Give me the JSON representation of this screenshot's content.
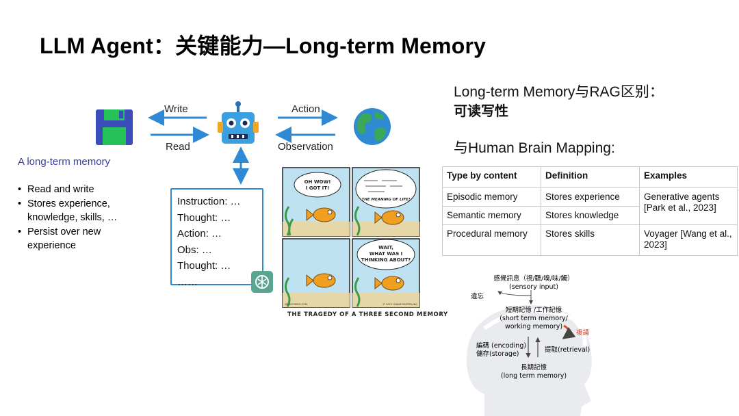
{
  "title": "LLM Agent：关键能力—Long-term Memory",
  "agent_loop": {
    "write_label": "Write",
    "read_label": "Read",
    "action_label": "Action",
    "observation_label": "Observation"
  },
  "ltm": {
    "caption": "A long-term memory",
    "bullets": [
      "Read and write",
      "Stores experience, knowledge, skills, …",
      "Persist over new experience"
    ]
  },
  "prompt_box": {
    "lines": [
      "Instruction: …",
      "Thought: …",
      "Action: …",
      "Obs: …",
      "Thought: …",
      "……"
    ]
  },
  "comic": {
    "bubble1": [
      "OH WOW!",
      "I GOT IT!"
    ],
    "bubble2_caption": "THE MEANING OF LIFE!",
    "bubble3": [
      "WAIT,",
      "WHAT WAS I",
      "THINKING ABOUT?"
    ],
    "credit_left": "SPUDCOMICS.COM",
    "credit_right": "© 2013 LONNIE EASTERLING",
    "caption": "THE TRAGEDY OF A THREE SECOND MEMORY"
  },
  "right": {
    "heading1": "Long-term Memory与RAG区别：",
    "heading2": "可读写性",
    "heading3": "与Human Brain Mapping:"
  },
  "table": {
    "headers": [
      "Type by content",
      "Definition",
      "Examples"
    ],
    "rows": [
      [
        "Episodic memory",
        "Stores experience",
        "Generative agents [Park et al., 2023]"
      ],
      [
        "Semantic memory",
        "Stores knowledge",
        ""
      ],
      [
        "Procedural memory",
        "Stores skills",
        "Voyager [Wang et al., 2023]"
      ]
    ]
  },
  "brain": {
    "sensory_cn": "感覺訊息（視/聽/嗅/味/觸）",
    "sensory_en": "(sensory input)",
    "forget": "遺忘",
    "stm_cn": "短期記憶 /工作記憶",
    "stm_en1": "(short term memory/",
    "stm_en2": "working memory)",
    "rehearsal": "複誦",
    "encoding": "編碼 (encoding)",
    "storage": "儲存(storage)",
    "retrieval": "提取(retrieval)",
    "ltm_cn": "長期記憶",
    "ltm_en": "(long term memory)"
  },
  "colors": {
    "floppy": "#3a4db8",
    "floppy_label": "#25c25a",
    "robot": "#3aa0e0",
    "arrow": "#2f8ad3",
    "rehearsal": "#e0452b"
  }
}
